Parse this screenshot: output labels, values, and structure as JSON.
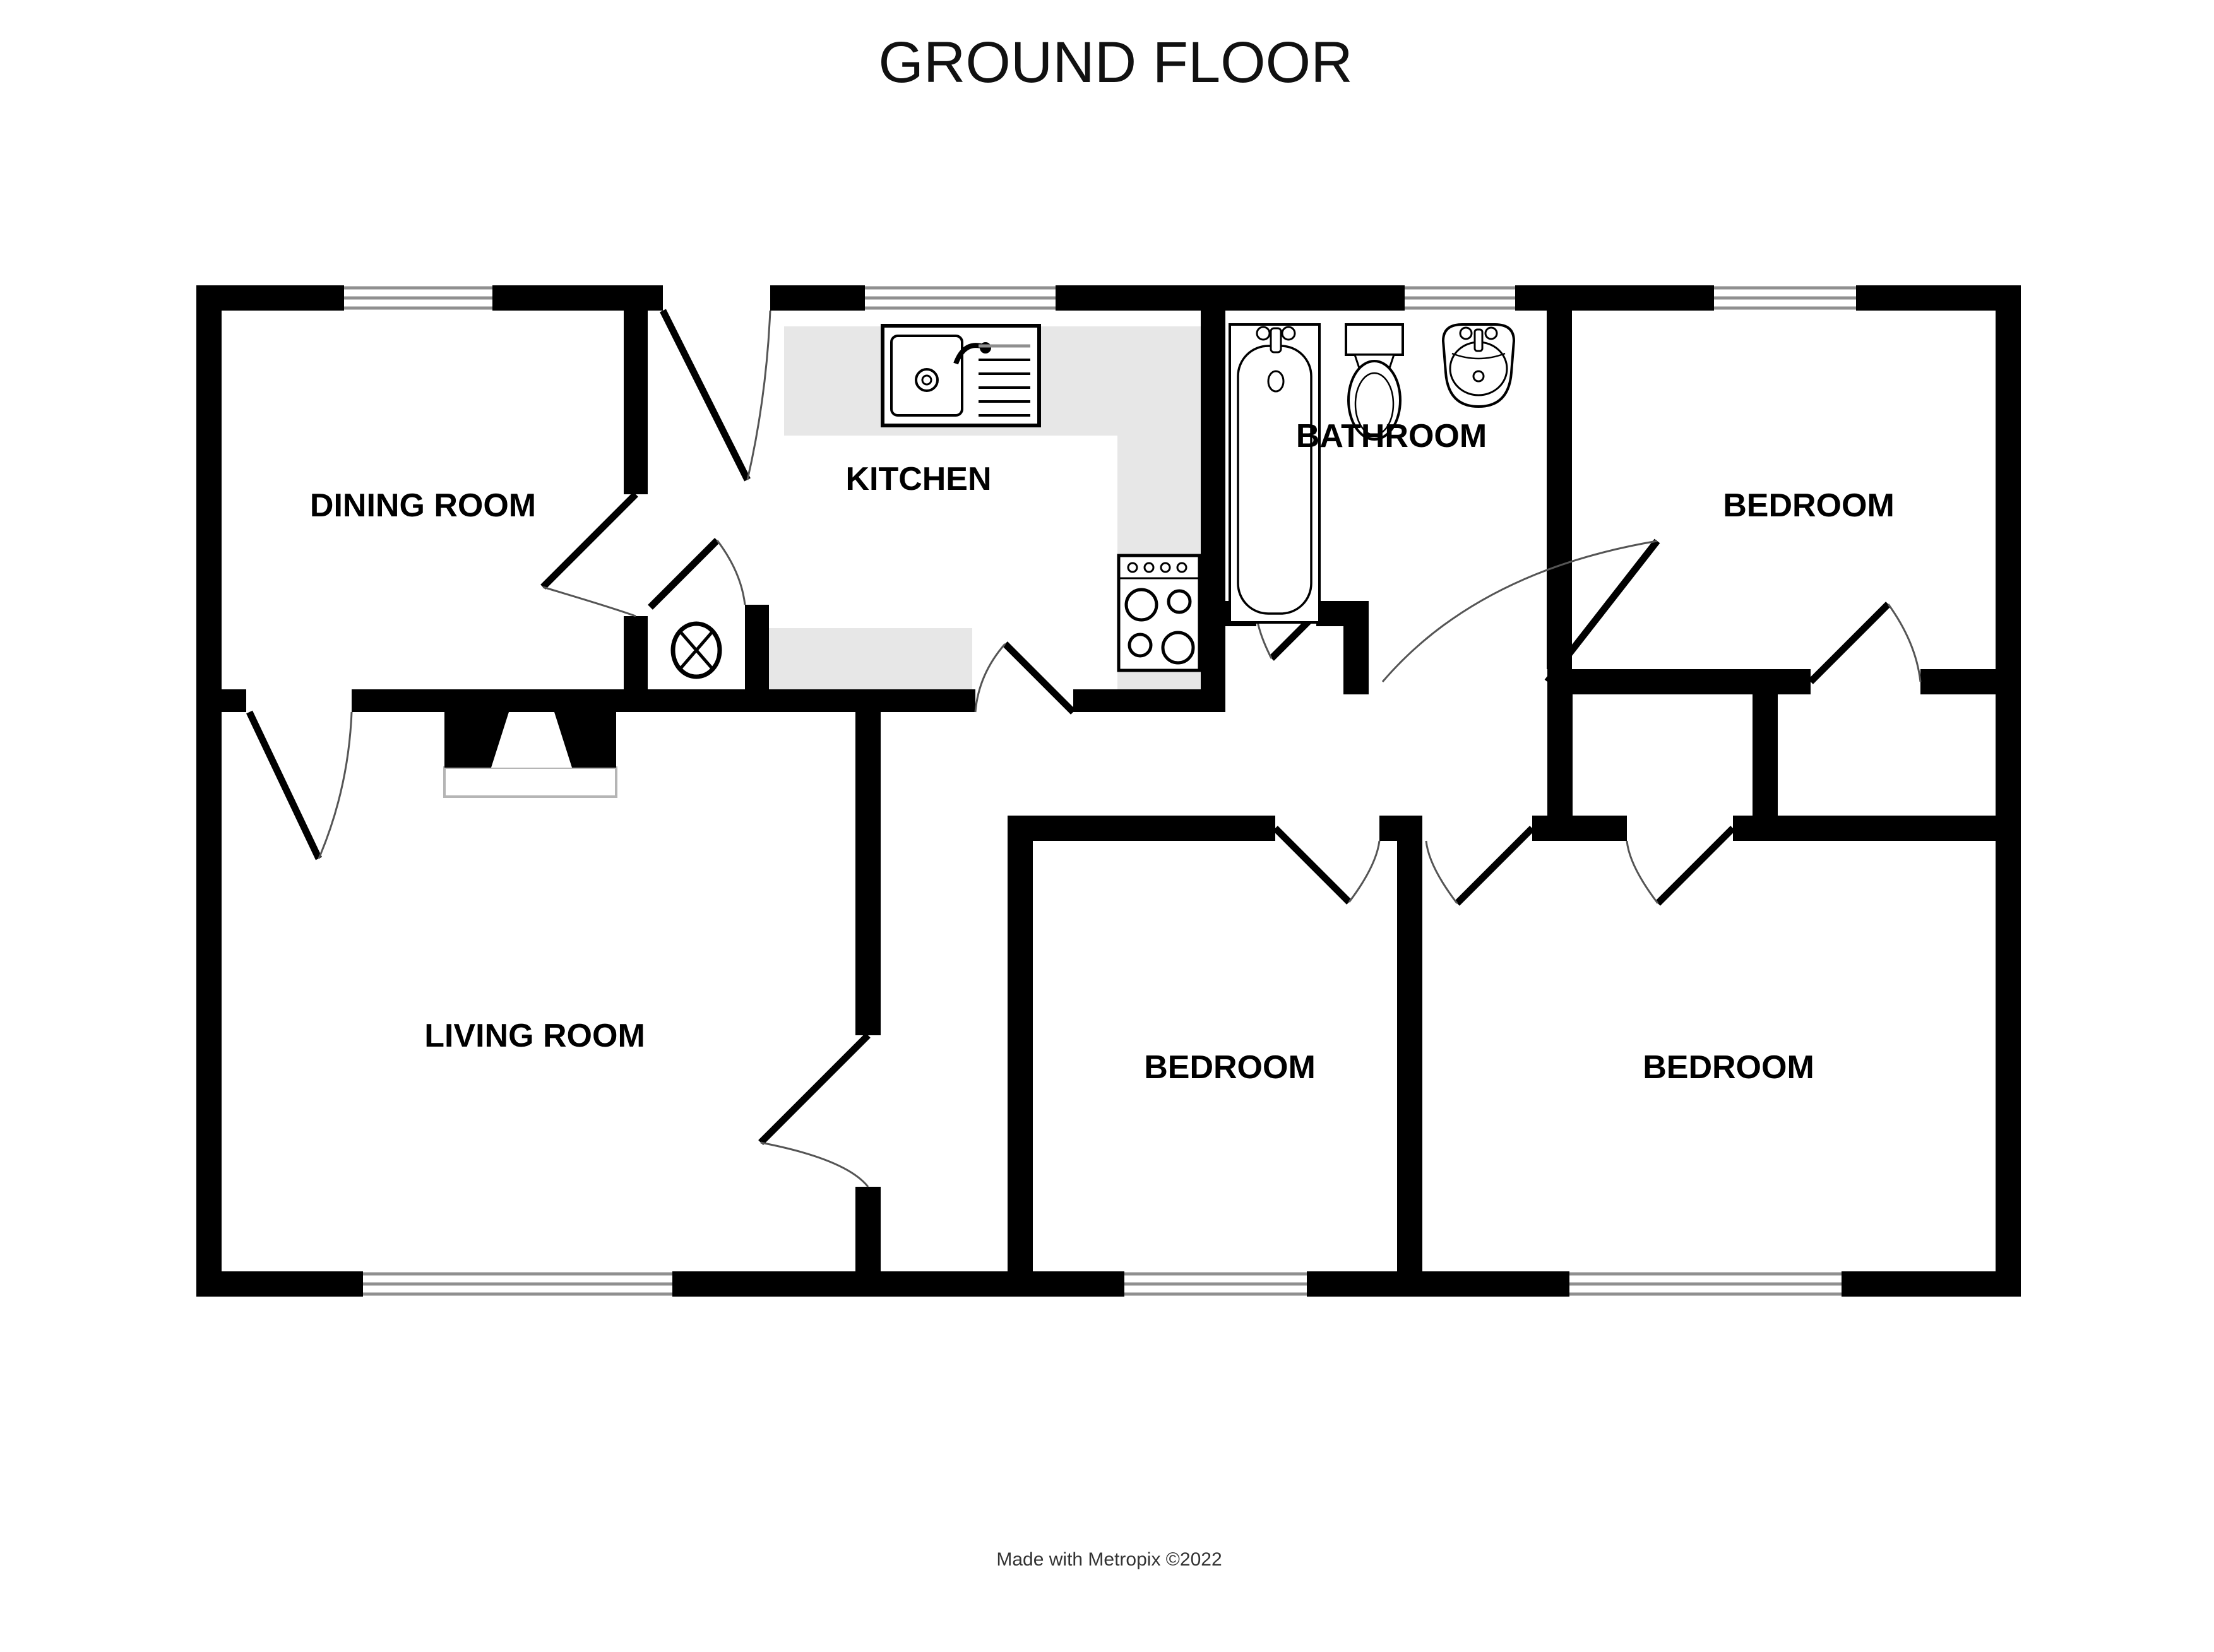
{
  "title": "GROUND FLOOR",
  "credit": "Made with Metropix ©2022",
  "rooms": [
    {
      "id": "dining-room",
      "label": "DINING ROOM"
    },
    {
      "id": "kitchen",
      "label": "KITCHEN"
    },
    {
      "id": "bathroom",
      "label": "BATHROOM"
    },
    {
      "id": "bedroom-top-right",
      "label": "BEDROOM"
    },
    {
      "id": "living-room",
      "label": "LIVING ROOM"
    },
    {
      "id": "bedroom-middle",
      "label": "BEDROOM"
    },
    {
      "id": "bedroom-right",
      "label": "BEDROOM"
    }
  ],
  "fixtures": [
    {
      "name": "kitchen-sink-with-drainer"
    },
    {
      "name": "cooker-hob-4-rings"
    },
    {
      "name": "boiler-circled-x-symbol"
    },
    {
      "name": "bath"
    },
    {
      "name": "toilet"
    },
    {
      "name": "wash-basin"
    },
    {
      "name": "fireplace-with-hearth"
    }
  ],
  "colors": {
    "wall": "#000000",
    "background": "#ffffff",
    "kitchen_counter": "#e7e7e7",
    "window_glazing": "#8f8f8f",
    "door_arc": "#555555",
    "hearth_outline": "#b5b5b5",
    "label_text": "#000000"
  }
}
